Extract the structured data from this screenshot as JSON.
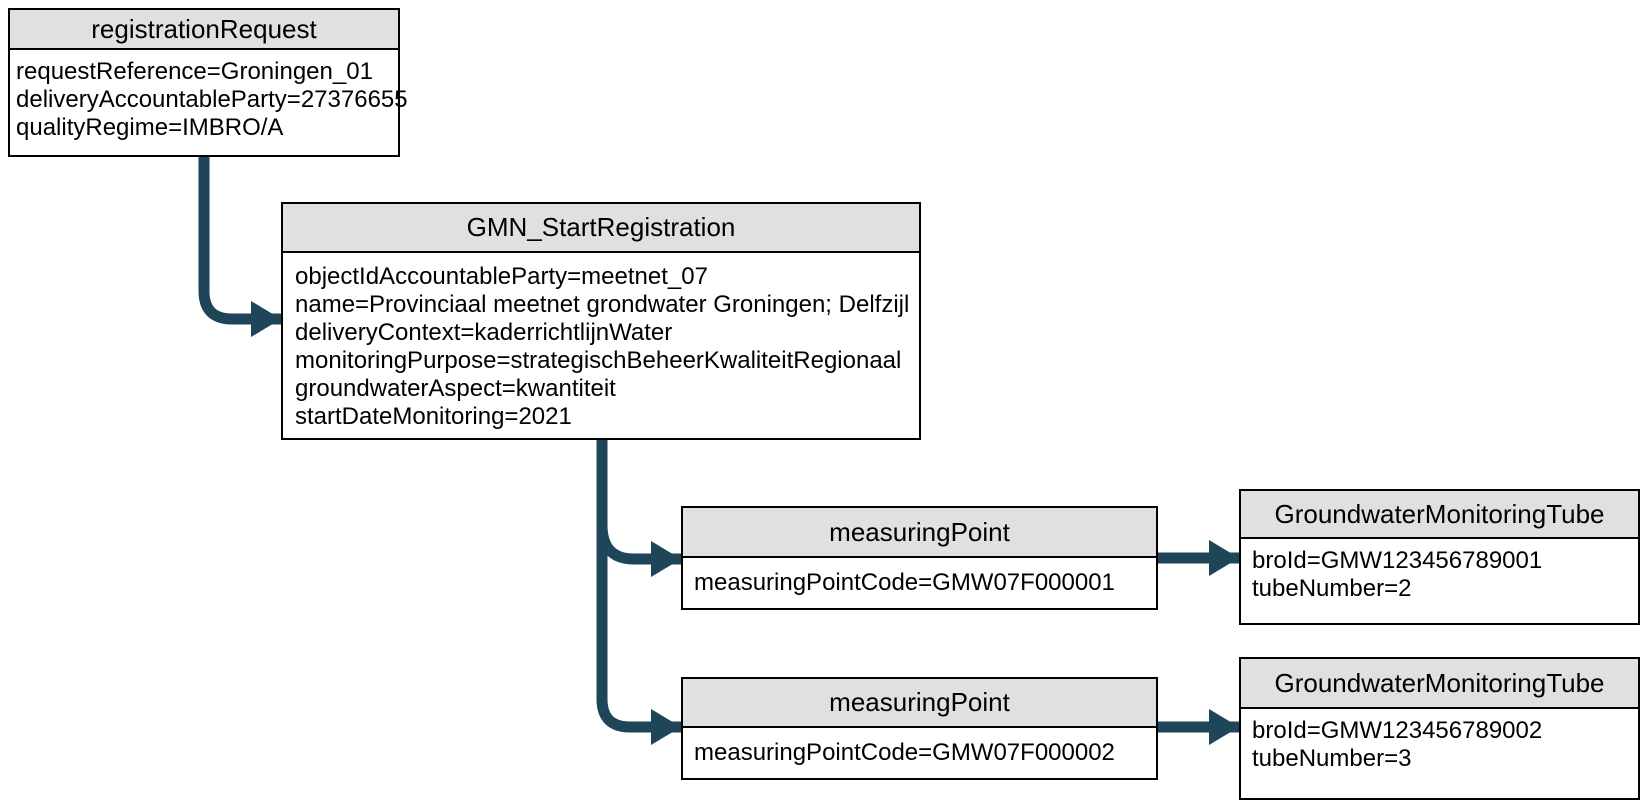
{
  "theme": {
    "arrow_color": "#1F4558",
    "node_header_bg": "#E0E0E0",
    "node_border": "#000000",
    "node_body_bg": "#FFFFFF",
    "canvas_bg": "#FFFFFF"
  },
  "nodes": [
    {
      "id": "registration-request",
      "title": "registrationRequest",
      "attributes": [
        "requestReference=Groningen_01",
        "deliveryAccountableParty=27376655",
        "qualityRegime=IMBRO/A"
      ]
    },
    {
      "id": "gmn-start-registration",
      "title": "GMN_StartRegistration",
      "attributes": [
        "objectIdAccountableParty=meetnet_07",
        "name=Provinciaal meetnet grondwater Groningen; Delfzijl",
        "deliveryContext=kaderrichtlijnWater",
        "monitoringPurpose=strategischBeheerKwaliteitRegionaal",
        "groundwaterAspect=kwantiteit",
        "startDateMonitoring=2021"
      ]
    },
    {
      "id": "measuring-point-1",
      "title": "measuringPoint",
      "attributes": [
        "measuringPointCode=GMW07F000001"
      ]
    },
    {
      "id": "groundwater-monitoring-tube-1",
      "title": "GroundwaterMonitoringTube",
      "attributes": [
        "broId=GMW123456789001",
        "tubeNumber=2"
      ]
    },
    {
      "id": "measuring-point-2",
      "title": "measuringPoint",
      "attributes": [
        "measuringPointCode=GMW07F000002"
      ]
    },
    {
      "id": "groundwater-monitoring-tube-2",
      "title": "GroundwaterMonitoringTube",
      "attributes": [
        "broId=GMW123456789002",
        "tubeNumber=3"
      ]
    }
  ],
  "edges": [
    {
      "from": "registrationRequest",
      "to": "GMN_StartRegistration"
    },
    {
      "from": "GMN_StartRegistration",
      "to": "measuringPoint (GMW07F000001)"
    },
    {
      "from": "GMN_StartRegistration",
      "to": "measuringPoint (GMW07F000002)"
    },
    {
      "from": "measuringPoint (GMW07F000001)",
      "to": "GroundwaterMonitoringTube (GMW123456789001)"
    },
    {
      "from": "measuringPoint (GMW07F000002)",
      "to": "GroundwaterMonitoringTube (GMW123456789002)"
    }
  ]
}
